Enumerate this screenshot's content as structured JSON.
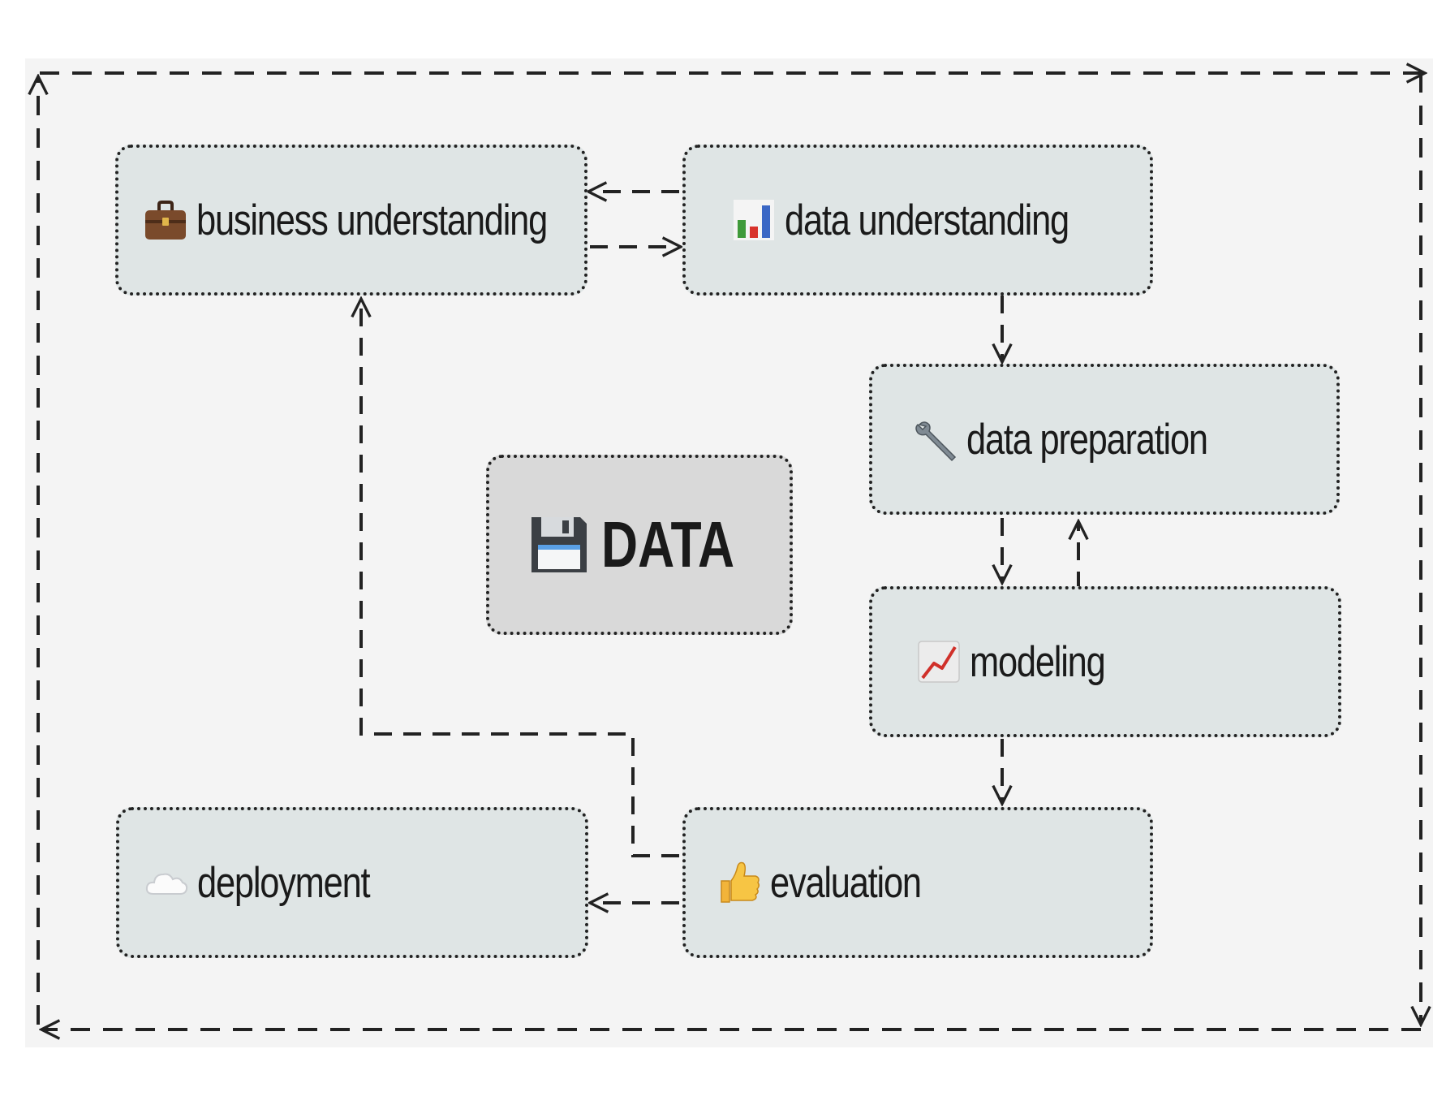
{
  "diagram": {
    "nodes": [
      {
        "id": "business",
        "icon": "briefcase-icon",
        "label": "business understanding"
      },
      {
        "id": "data_understanding",
        "icon": "bar-chart-icon",
        "label": "data understanding"
      },
      {
        "id": "data_preparation",
        "icon": "wrench-icon",
        "label": "data preparation"
      },
      {
        "id": "modeling",
        "icon": "trend-chart-icon",
        "label": "modeling"
      },
      {
        "id": "evaluation",
        "icon": "thumbs-up-icon",
        "label": "evaluation"
      },
      {
        "id": "deployment",
        "icon": "cloud-icon",
        "label": "deployment"
      },
      {
        "id": "data",
        "icon": "floppy-disk-icon",
        "label": "DATA"
      }
    ],
    "edges": [
      {
        "from": "business",
        "to": "data_understanding"
      },
      {
        "from": "data_understanding",
        "to": "business"
      },
      {
        "from": "data_understanding",
        "to": "data_preparation"
      },
      {
        "from": "data_preparation",
        "to": "modeling"
      },
      {
        "from": "modeling",
        "to": "data_preparation"
      },
      {
        "from": "modeling",
        "to": "evaluation"
      },
      {
        "from": "evaluation",
        "to": "business"
      },
      {
        "from": "evaluation",
        "to": "deployment"
      }
    ],
    "colors": {
      "background": "#f4f4f4",
      "node_fill": "#dfe5e5",
      "data_fill": "#d9d9d9",
      "stroke": "#222222"
    }
  }
}
